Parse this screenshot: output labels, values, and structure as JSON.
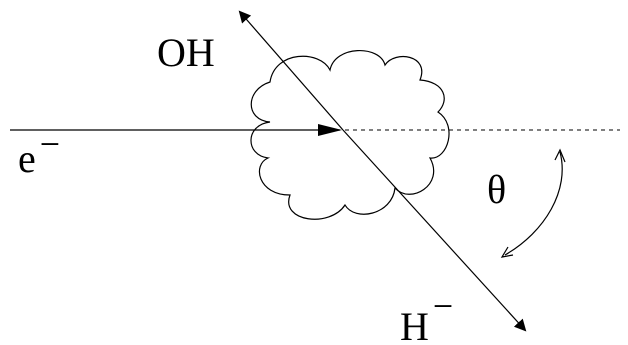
{
  "labels": {
    "hydroxyl": "OH",
    "electron_base": "e",
    "electron_charge": "−",
    "hydride_base": "H",
    "hydride_charge": "−",
    "angle": "θ"
  },
  "colors": {
    "ink": "#000000",
    "background": "#ffffff"
  }
}
